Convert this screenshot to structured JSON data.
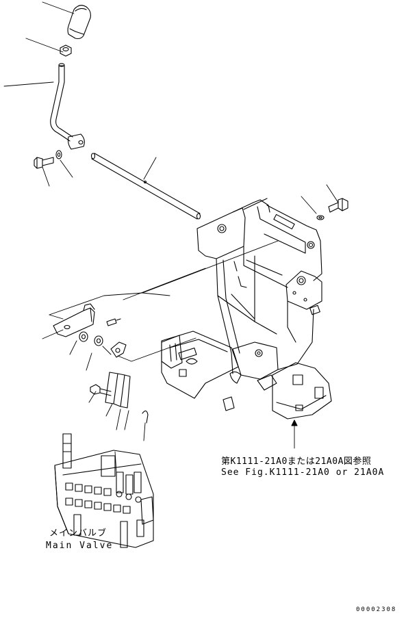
{
  "labels": {
    "reference_jp": "第K1111-21A0または21A0A図参照",
    "reference_en": "See Fig.K1111-21A0 or 21A0A",
    "main_valve_jp": "メインバルブ",
    "main_valve_en": "Main Valve",
    "drawing_id": "00002308"
  }
}
